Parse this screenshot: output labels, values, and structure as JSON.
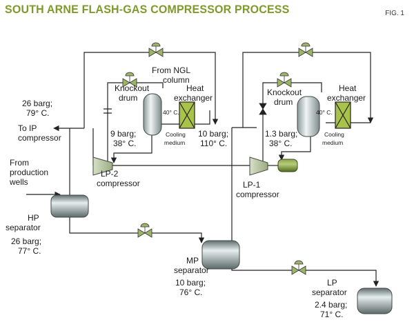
{
  "header": {
    "title": "SOUTH ARNE FLASH-GAS COMPRESSOR PROCESS",
    "fig": "FIG. 1"
  },
  "labels": {
    "to_ip_1": "26 barg;",
    "to_ip_2": "79° C.",
    "to_ip_3": "To IP",
    "to_ip_4": "compressor",
    "from_prod_1": "From",
    "from_prod_2": "production",
    "from_prod_3": "wells",
    "hp_1": "HP",
    "hp_2": "separator",
    "hp_3": "26 barg;",
    "hp_4": "77° C.",
    "mp_1": "MP",
    "mp_2": "separator",
    "mp_3": "10 barg;",
    "mp_4": "76° C.",
    "lp_1": "LP",
    "lp_2": "separator",
    "lp_3": "2.4 barg;",
    "lp_4": "71° C.",
    "lp2c_1": "LP-2",
    "lp2c_2": "compressor",
    "lp1c_1": "LP-1",
    "lp1c_2": "compressor",
    "ngl_1": "From NGL",
    "ngl_2": "column",
    "ko_left_1": "Knockout",
    "ko_left_2": "drum",
    "ko_right_1": "Knockout",
    "ko_right_2": "drum",
    "hx_left_1": "Heat",
    "hx_left_2": "exchanger",
    "hx_right_1": "Heat",
    "hx_right_2": "exchanger",
    "temp_left": "40° C.",
    "temp_right": "40° C.",
    "cool_left_1": "Cooling",
    "cool_left_2": "medium",
    "cool_right_1": "Cooling",
    "cool_right_2": "medium",
    "p9_1": "9 barg;",
    "p9_2": "38° C.",
    "p10_1": "10 barg;",
    "p10_2": "110° C.",
    "p13_1": "1.3 barg;",
    "p13_2": "38° C."
  },
  "colors": {
    "title": "#7d9a2a",
    "vessel": "#7e8e8e",
    "compressor": "#b4c39a",
    "motor": "#6e8a3a",
    "heat_exchanger": "#a9c24a",
    "valve": "#9cb56a"
  }
}
